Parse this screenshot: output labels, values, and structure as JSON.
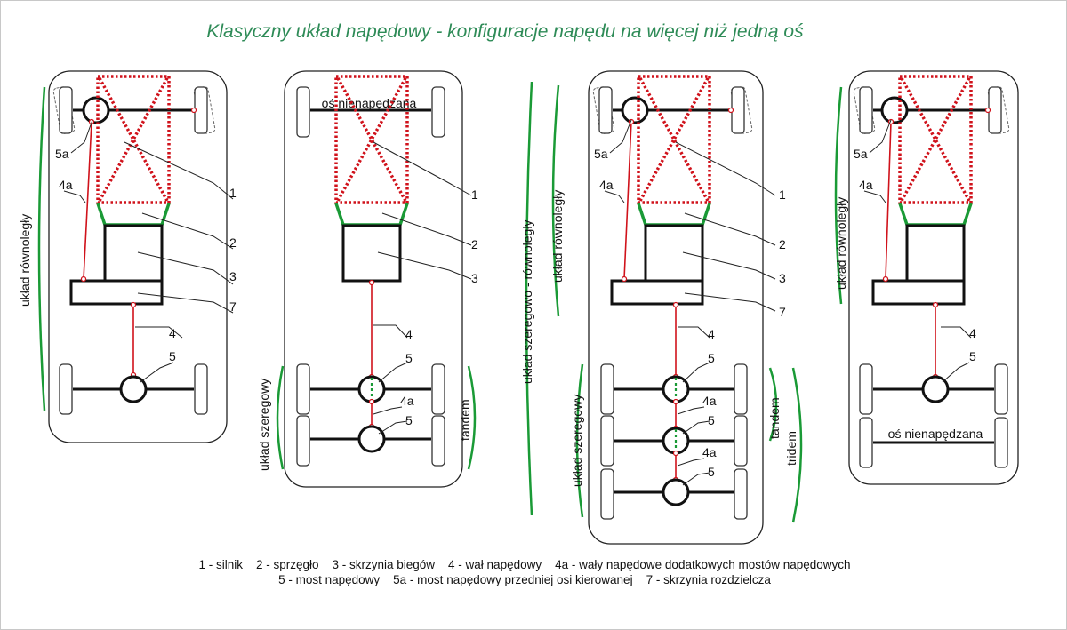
{
  "title": "Klasyczny układ napędowy - konfiguracje napędu na więcej niż jedną oś",
  "numbers": {
    "n1": "1",
    "n2": "2",
    "n3": "3",
    "n4": "4",
    "n4a": "4a",
    "n5": "5",
    "n5a": "5a",
    "n7": "7"
  },
  "labels": {
    "parallel": "układ równoległy",
    "serial": "układ szeregowy",
    "serial_parallel": "układ szeregowo - równoległy",
    "tandem": "tandem",
    "tridem": "tridem",
    "non_driven_axle": "oś nienapędzana"
  },
  "legend": {
    "line1": "1 - silnik    2 - sprzęgło    3 - skrzynia biegów    4 - wał napędowy    4a - wały napędowe dodatkowych mostów napędowych",
    "line2": "5 - most napędowy    5a - most napędowy przedniej osi kierowanej    7 - skrzynia rozdzielcza"
  },
  "colors": {
    "title": "#2e8b57",
    "engine": "#d0121b",
    "clutch": "#1a9a36",
    "shaft": "#d0121b",
    "brace": "#1a9a36"
  }
}
